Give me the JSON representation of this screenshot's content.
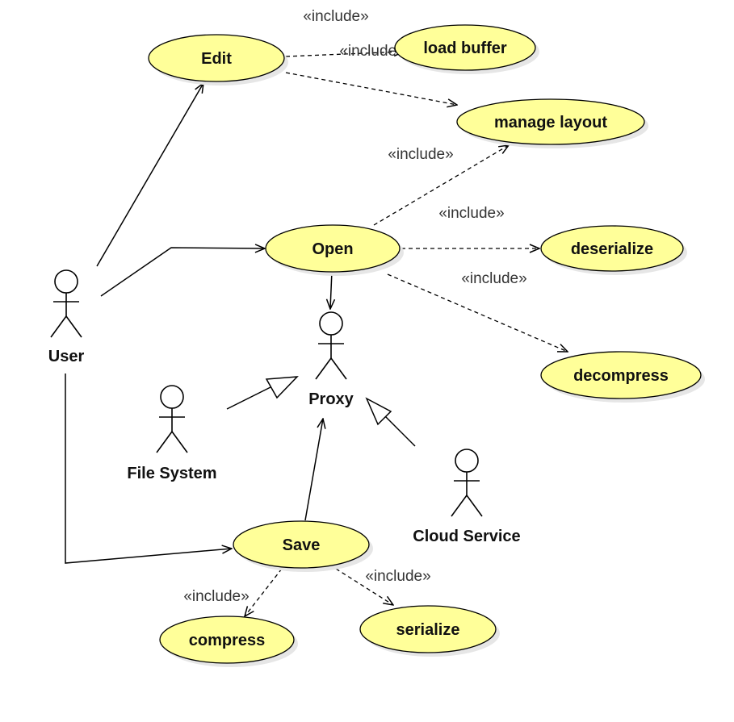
{
  "colors": {
    "use_case_fill": "#ffff99",
    "actor_head_fill": "#ffff99",
    "line": "#000000"
  },
  "actors": [
    {
      "id": "user",
      "label": "User"
    },
    {
      "id": "proxy",
      "label": "Proxy"
    },
    {
      "id": "file_system",
      "label": "File System"
    },
    {
      "id": "cloud_service",
      "label": "Cloud Service"
    }
  ],
  "use_cases": [
    {
      "id": "edit",
      "label": "Edit"
    },
    {
      "id": "load_buffer",
      "label": "load buffer"
    },
    {
      "id": "manage_layout",
      "label": "manage layout"
    },
    {
      "id": "open",
      "label": "Open"
    },
    {
      "id": "deserialize",
      "label": "deserialize"
    },
    {
      "id": "decompress",
      "label": "decompress"
    },
    {
      "id": "save",
      "label": "Save"
    },
    {
      "id": "compress",
      "label": "compress"
    },
    {
      "id": "serialize",
      "label": "serialize"
    }
  ],
  "relationships": {
    "associations": [
      {
        "from": "user",
        "to": "edit"
      },
      {
        "from": "user",
        "to": "open"
      },
      {
        "from": "user",
        "to": "save"
      },
      {
        "from": "open",
        "to": "proxy"
      },
      {
        "from": "save",
        "to": "proxy"
      }
    ],
    "generalizations": [
      {
        "child": "file_system",
        "parent": "proxy"
      },
      {
        "child": "cloud_service",
        "parent": "proxy"
      }
    ],
    "includes": [
      {
        "from": "edit",
        "to": "load_buffer",
        "stereotype": "«include»"
      },
      {
        "from": "edit",
        "to": "manage_layout",
        "stereotype": "«include»"
      },
      {
        "from": "open",
        "to": "manage_layout",
        "stereotype": "«include»"
      },
      {
        "from": "open",
        "to": "deserialize",
        "stereotype": "«include»"
      },
      {
        "from": "open",
        "to": "decompress",
        "stereotype": "«include»"
      },
      {
        "from": "save",
        "to": "compress",
        "stereotype": "«include»"
      },
      {
        "from": "save",
        "to": "serialize",
        "stereotype": "«include»"
      }
    ]
  }
}
